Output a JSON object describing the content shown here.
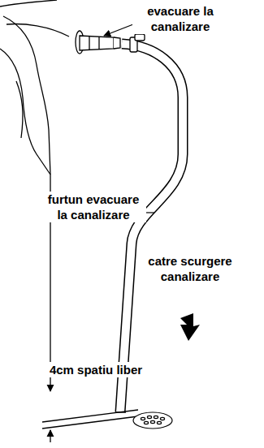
{
  "diagram": {
    "labels": [
      "evacuare la canalizare",
      "furtun evacuare la canalizare",
      "catre scurgere canalizare",
      "4cm spatiu liber"
    ]
  }
}
